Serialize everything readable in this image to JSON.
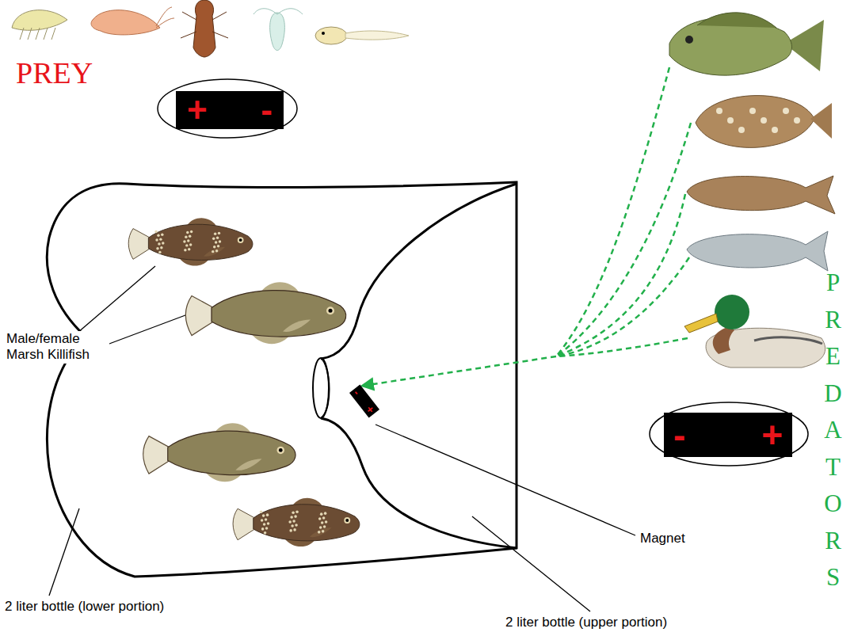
{
  "diagram": {
    "nodes": [
      {
        "text": [
          "+",
          "-"
        ]
      },
      {
        "text": [
          "-",
          "+"
        ]
      },
      {
        "text": [
          "-",
          "+"
        ]
      }
    ],
    "labels": [
      "PREY",
      "Male/female Marsh Killifish",
      "Magnet",
      "2 liter bottle (lower portion)",
      "2 liter bottle (upper portion)",
      "PREDATORS"
    ]
  }
}
